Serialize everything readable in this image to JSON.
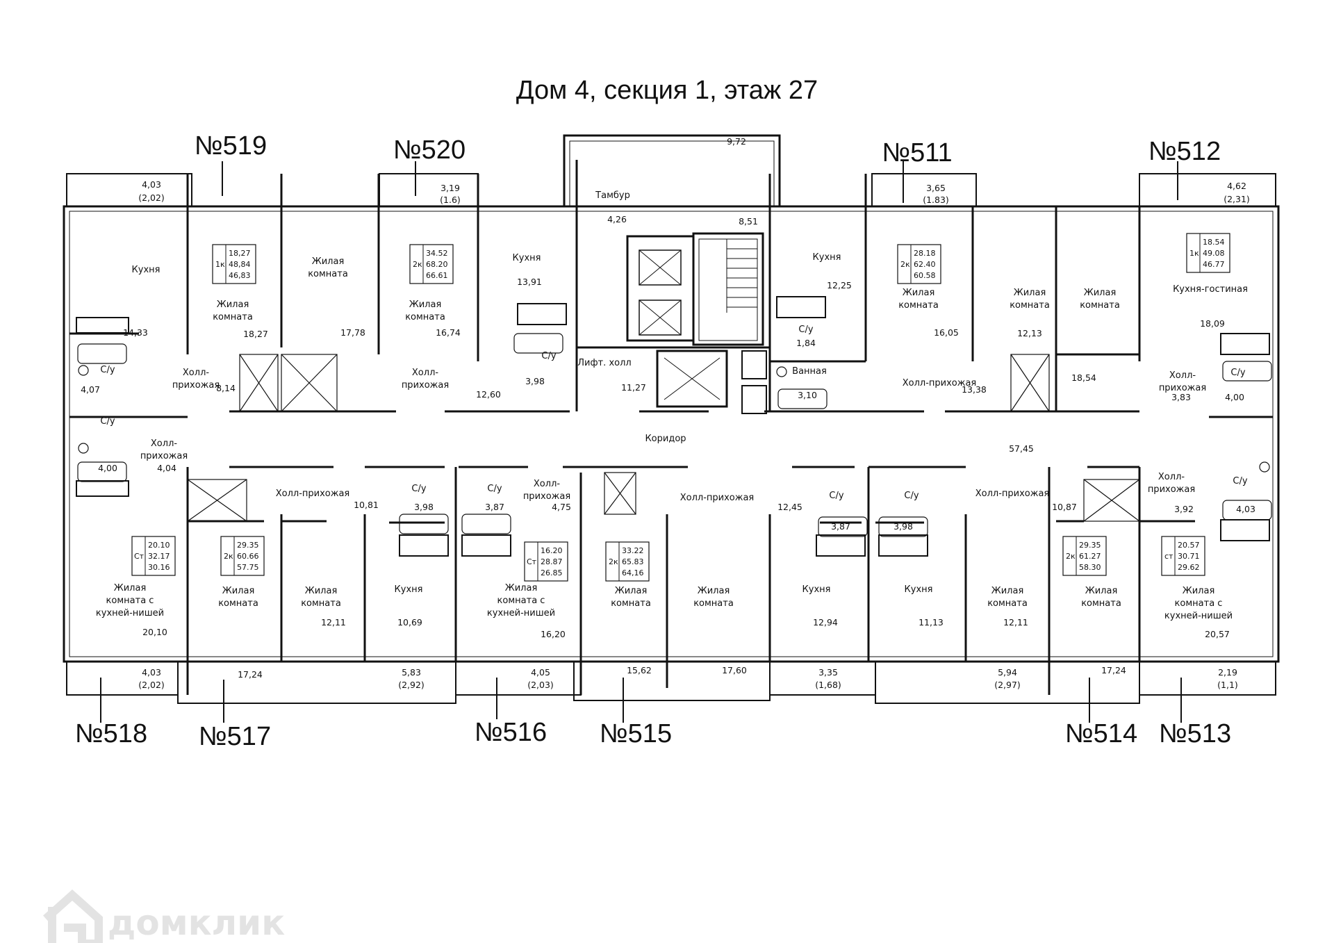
{
  "title": "Дом 4, секция 1, этаж 27",
  "watermark": "домклик",
  "apartments": [
    {
      "id": "a519",
      "label": "№519",
      "box": [
        "18,27",
        "48,84",
        "46,83"
      ],
      "kind": "1к"
    },
    {
      "id": "a520",
      "label": "№520",
      "box": [
        "34.52",
        "68.20",
        "66.61"
      ],
      "kind": "2к"
    },
    {
      "id": "a511",
      "label": "№511",
      "box": [
        "28.18",
        "62.40",
        "60.58"
      ],
      "kind": "2к"
    },
    {
      "id": "a512",
      "label": "№512",
      "box": [
        "18.54",
        "49.08",
        "46.77"
      ],
      "kind": "1к"
    },
    {
      "id": "a518",
      "label": "№518",
      "box": [
        "20.10",
        "32.17",
        "30.16"
      ],
      "kind": "Ст"
    },
    {
      "id": "a517",
      "label": "№517",
      "box": [
        "29.35",
        "60.66",
        "57.75"
      ],
      "kind": "2к"
    },
    {
      "id": "a516",
      "label": "№516",
      "box": [
        "16.20",
        "28.87",
        "26.85"
      ],
      "kind": "Ст"
    },
    {
      "id": "a515",
      "label": "№515",
      "box": [
        "33.22",
        "65.83",
        "64,16"
      ],
      "kind": "2к"
    },
    {
      "id": "a514",
      "label": "№514",
      "box": [
        "29.35",
        "61.27",
        "58.30"
      ],
      "kind": "2к"
    },
    {
      "id": "a513",
      "label": "№513",
      "box": [
        "20.57",
        "30.71",
        "29.62"
      ],
      "kind": "ст"
    }
  ],
  "rooms": {
    "kitchen": "Кухня",
    "living": [
      "Жилая",
      "комната"
    ],
    "hall": [
      "Холл-",
      "прихожая"
    ],
    "hall_one": "Холл-прихожая",
    "bath": "С/у",
    "bathroom": "Ванная",
    "tambour": "Тамбур",
    "lift_hall": "Лифт. холл",
    "corridor": "Коридор",
    "kitchen_living": "Кухня-гостиная",
    "studio": [
      "Жилая",
      "комната с",
      "кухней-нишей"
    ]
  },
  "areas": {
    "b519": [
      "4,03",
      "(2,02)"
    ],
    "b520": [
      "3,19",
      "(1.6)"
    ],
    "b511": [
      "3,65",
      "(1.83)"
    ],
    "b512": [
      "4,62",
      "(2,31)"
    ],
    "b518": [
      "4,03",
      "(2,02)"
    ],
    "b517": [
      "5,83",
      "(2,92)"
    ],
    "b516": [
      "4,05",
      "(2,03)"
    ],
    "b513": [
      "3,35",
      "(1,68)"
    ],
    "b514": [
      "5,94",
      "(2,97)"
    ],
    "b513b": [
      "2,19",
      "(1,1)"
    ],
    "top": "9,72",
    "r1": "14,33",
    "r2": "18,27",
    "r3": "17,78",
    "r4": "16,74",
    "r5": "13,91",
    "r6": "12,60",
    "r7": "4,07",
    "r8": "8,14",
    "r9": "3,98",
    "r10": "4,26",
    "r11": "8,51",
    "r12": "11,27",
    "r13": "12,25",
    "r14": "1,84",
    "r15": "3,10",
    "r16": "16,05",
    "r17": "12,13",
    "r18": "13,38",
    "r19": "18,54",
    "r20": "18,09",
    "r21": "3,83",
    "r22": "4,00",
    "r23": "57,45",
    "r24": "4,00",
    "r25": "4,04",
    "r26": "10,81",
    "r27": "3,98",
    "r28": "3,87",
    "r29": "4,75",
    "r30": "12,45",
    "r31": "3,87",
    "r32": "3,98",
    "r33": "10,87",
    "r34": "3,92",
    "r35": "4,03",
    "r36": "20,10",
    "r37": "12,11",
    "r38": "10,69",
    "r39": "16,20",
    "r40": "12,94",
    "r41": "11,13",
    "r42": "12,11",
    "r43": "20,57",
    "r44": "17,24",
    "r45": "15,62",
    "r46": "17,60",
    "r47": "17,24"
  }
}
